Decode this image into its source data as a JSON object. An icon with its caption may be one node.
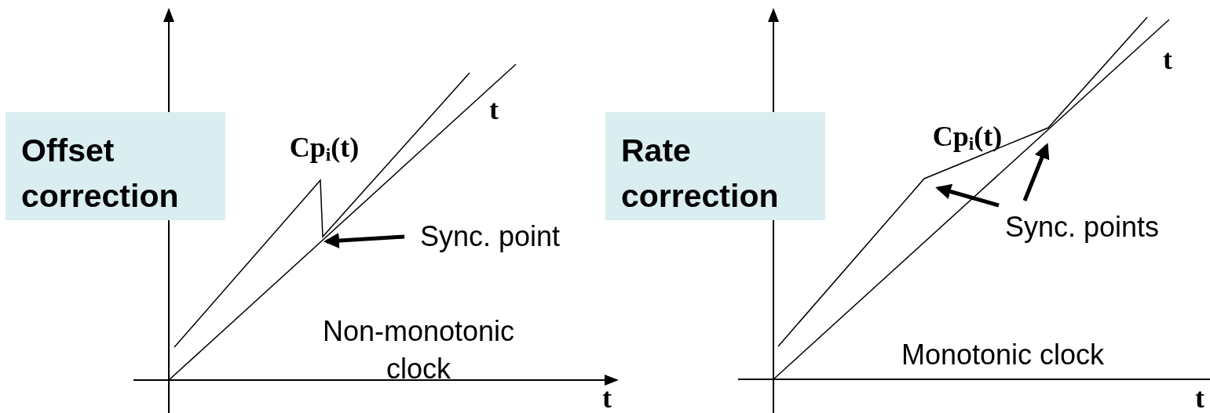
{
  "diagram": {
    "nodes": [
      {
        "text": [
          "Offset correction"
        ]
      },
      {
        "text": [
          "Sync. point"
        ]
      },
      {
        "text": [
          "Rate correction"
        ]
      },
      {
        "text": [
          "Sync. points"
        ]
      }
    ],
    "edges": [
      {
        "from": 1,
        "to": null,
        "arrow": "to"
      },
      {
        "from": 3,
        "to": null,
        "arrow": "to"
      },
      {
        "from": 3,
        "to": null,
        "arrow": "to"
      }
    ],
    "labels": [
      "t",
      "Cp$_{i}$(t)",
      "Non-monotonic clock",
      "t",
      "t",
      "Cp$_{i}$(t)",
      "Monotonic clock",
      "t"
    ]
  }
}
